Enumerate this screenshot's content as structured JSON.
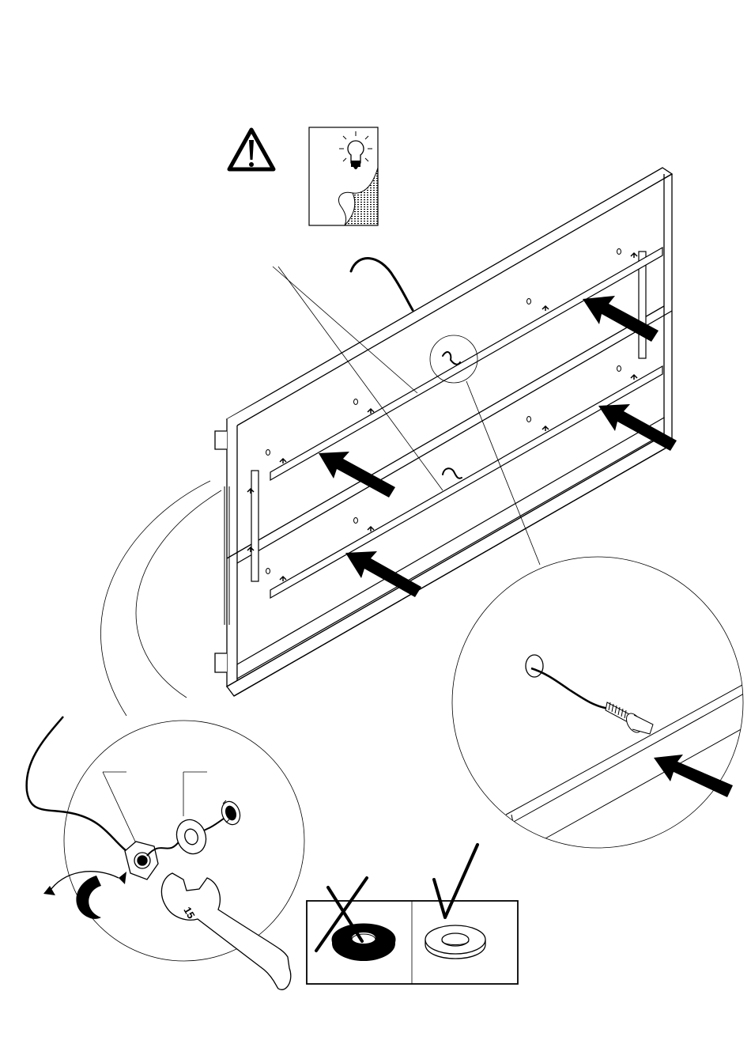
{
  "page": {
    "background": "#ffffff",
    "line_color": "#000000"
  },
  "icons": {
    "warning": "warning-triangle-icon",
    "tip": "lightbulb-tip-icon",
    "wrong": "cross-icon",
    "right": "check-icon",
    "rotation": "clockwise-rotation-arrow-icon",
    "wrench": "wrench-icon"
  },
  "wrench": {
    "size_label": "15"
  },
  "panel": {
    "cable_holes": 2,
    "rails": 4,
    "push_arrows": 5
  },
  "comparison": {
    "wrong_item": "rubber-washer",
    "right_item": "flat-washer"
  }
}
